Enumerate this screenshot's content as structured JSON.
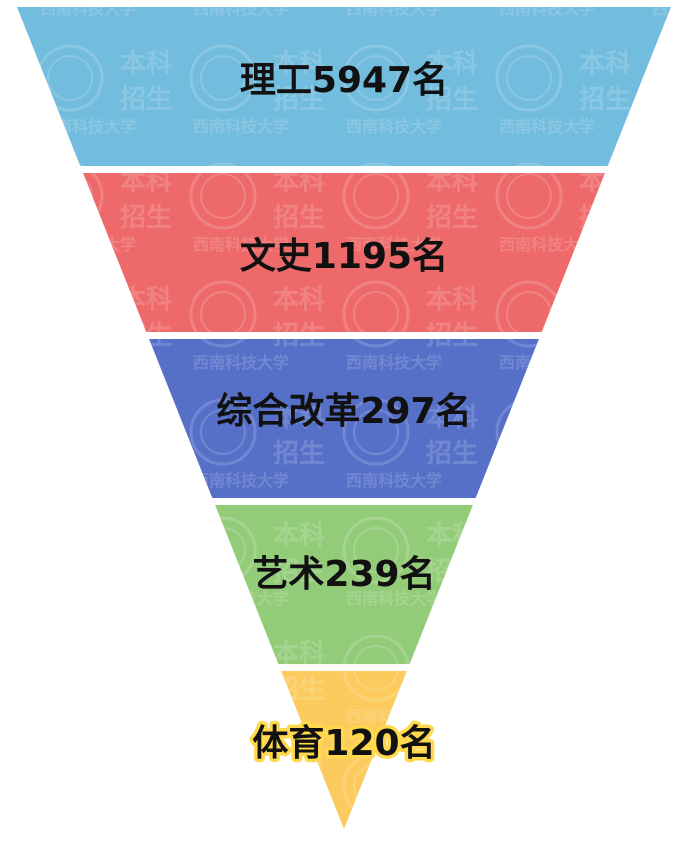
{
  "chart_data": {
    "type": "funnel",
    "title": "",
    "categories": [
      "理工",
      "文史",
      "综合改革",
      "艺术",
      "体育"
    ],
    "values": [
      5947,
      1195,
      297,
      239,
      120
    ],
    "unit": "名",
    "labels": [
      "理工5947名",
      "文史1195名",
      "综合改革297名",
      "艺术239名",
      "体育120名"
    ],
    "colors": [
      "#72bcdd",
      "#ee6a6a",
      "#5670c8",
      "#93cc79",
      "#fccb5e"
    ],
    "legend": "none",
    "grid": false
  },
  "watermark": {
    "word_top": "本科",
    "word_bottom": "招生",
    "school_name": "西南科技大学"
  }
}
